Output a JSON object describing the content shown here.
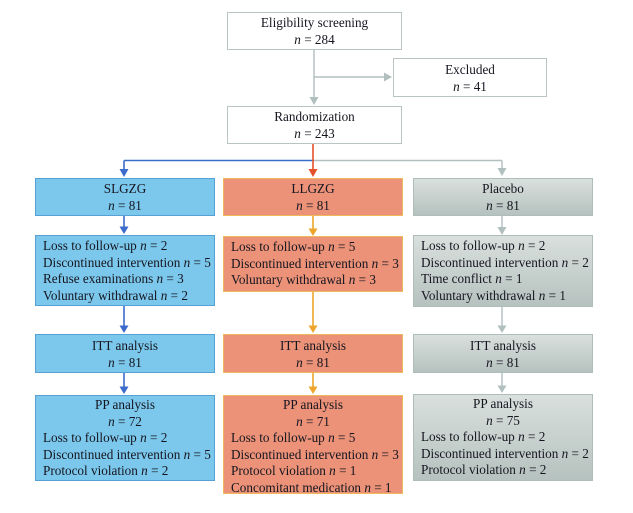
{
  "colors": {
    "arrow_gray": "#b2bfbf",
    "arrow_blue": "#3c6ccb",
    "arrow_red": "#e4502a",
    "arrow_gold": "#eda52c",
    "box_white_border": "#b9c5c5",
    "blue_fill": "#7cc8ec",
    "blue_border": "#55a1d6",
    "salmon_fill": "#eb9278",
    "salmon_border": "#f0b85c",
    "gray_fill_top": "#d9e0dd",
    "gray_fill_bottom": "#b6c2bf",
    "gray_border": "#aebcba",
    "text": "#15151f"
  },
  "top": {
    "eligibility": {
      "title": "Eligibility screening",
      "n": "n = 284"
    },
    "excluded": {
      "title": "Excluded",
      "n": "n = 41"
    },
    "randomization": {
      "title": "Randomization",
      "n": "n = 243"
    }
  },
  "arms": [
    {
      "id": "slgzg",
      "header": {
        "title": "SLGZG",
        "n": "n = 81"
      },
      "dropout_reasons": [
        "Loss to follow-up n = 2",
        "Discontinued intervention n = 5",
        "Refuse examinations n = 3",
        "Voluntary withdrawal n = 2"
      ],
      "itt": {
        "title": "ITT analysis",
        "n": "n = 81"
      },
      "pp": {
        "title": "PP analysis",
        "n": "n = 72",
        "reasons": [
          "Loss to follow-up n = 2",
          "Discontinued intervention n = 5",
          "Protocol violation n = 2"
        ]
      }
    },
    {
      "id": "llgzg",
      "header": {
        "title": "LLGZG",
        "n": "n = 81"
      },
      "dropout_reasons": [
        "Loss to follow-up n = 5",
        "Discontinued intervention n = 3",
        "Voluntary withdrawal n = 3"
      ],
      "itt": {
        "title": "ITT analysis",
        "n": "n = 81"
      },
      "pp": {
        "title": "PP analysis",
        "n": "n = 71",
        "reasons": [
          "Loss to follow-up n = 5",
          "Discontinued intervention n = 3",
          "Protocol violation n = 1",
          "Concomitant medication n = 1"
        ]
      }
    },
    {
      "id": "placebo",
      "header": {
        "title": "Placebo",
        "n": "n = 81"
      },
      "dropout_reasons": [
        "Loss to follow-up n = 2",
        "Discontinued intervention n = 2",
        "Time conflict n = 1",
        "Voluntary withdrawal n = 1"
      ],
      "itt": {
        "title": "ITT analysis",
        "n": "n = 81"
      },
      "pp": {
        "title": "PP analysis",
        "n": "n = 75",
        "reasons": [
          "Loss to follow-up n = 2",
          "Discontinued intervention n = 2",
          "Protocol violation n = 2"
        ]
      }
    }
  ]
}
